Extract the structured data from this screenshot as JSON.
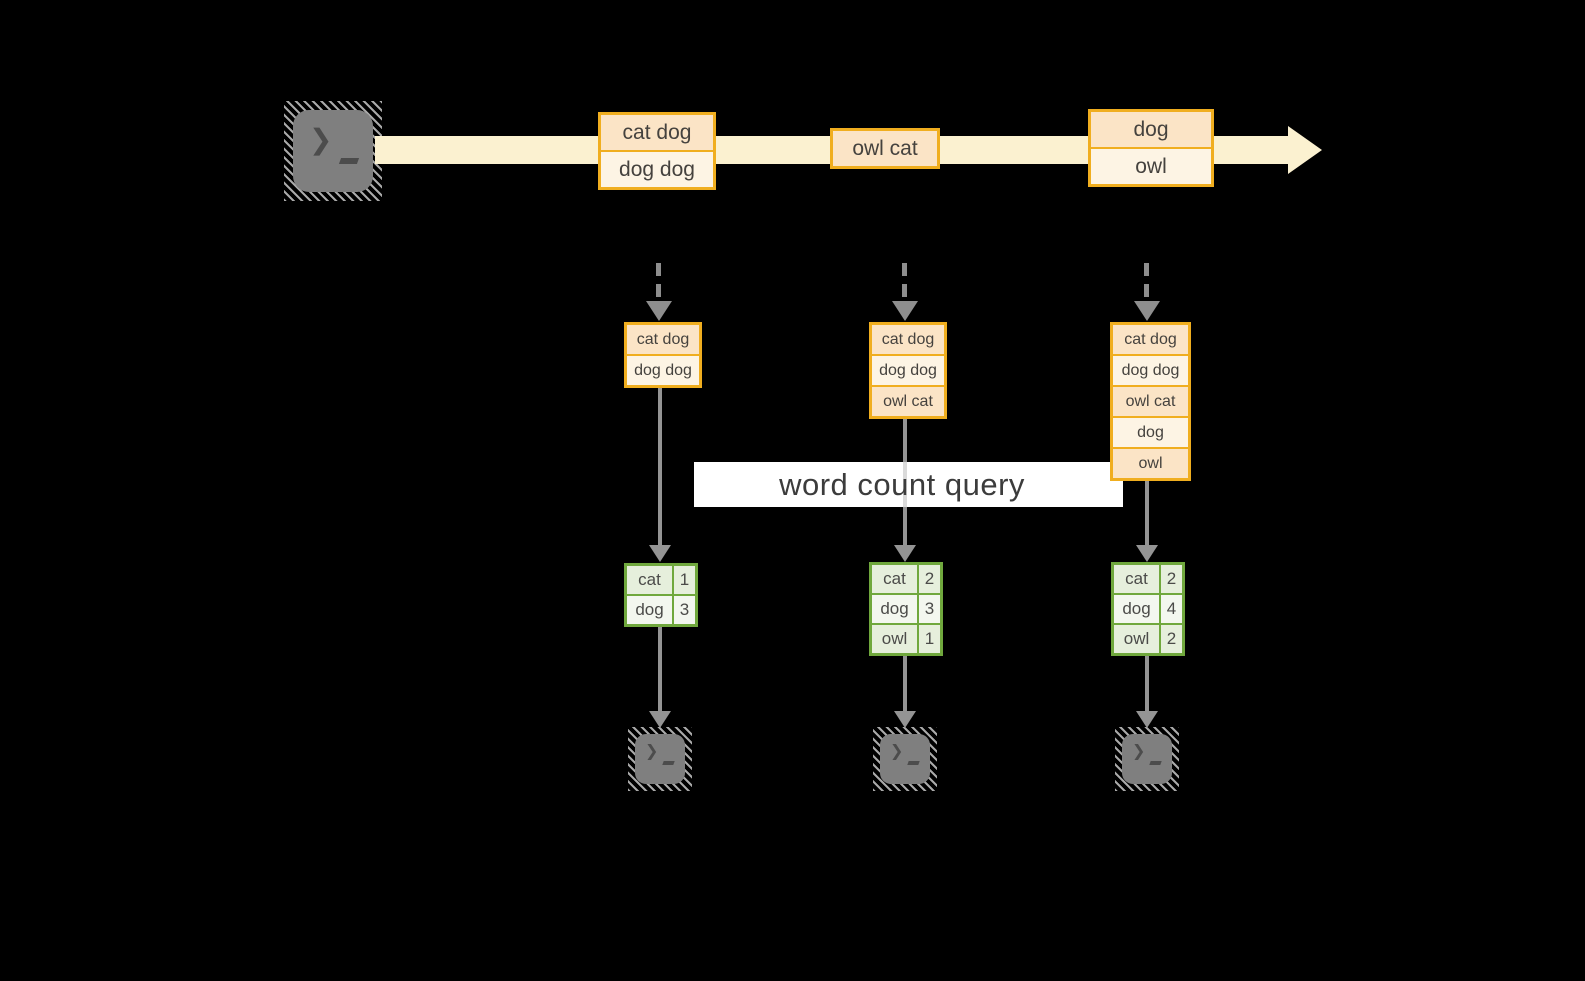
{
  "label": {
    "text": "word count query"
  },
  "glyphs": {
    "prompt": "❯"
  },
  "colors": {
    "background": "#000000",
    "stream_band": "#fbf1d0",
    "orange_border": "#f0ae1f",
    "record_dark": "#fbe4c6",
    "record_light": "#fdf4e4",
    "green_border": "#70a83d",
    "count_dark": "#e6efdc",
    "count_light": "#f3f7ef",
    "arrow_gray": "#8e8e8e",
    "query_band": "#ffffff",
    "text_dark": "#3c3c3c"
  },
  "stream": {
    "records": [
      {
        "rows": [
          "cat dog",
          "dog dog"
        ]
      },
      {
        "rows": [
          "owl cat"
        ]
      },
      {
        "rows": [
          "dog",
          "owl"
        ]
      }
    ]
  },
  "columns": [
    {
      "buffer": [
        "cat dog",
        "dog dog"
      ],
      "counts": [
        {
          "word": "cat",
          "count": "1"
        },
        {
          "word": "dog",
          "count": "3"
        }
      ]
    },
    {
      "buffer": [
        "cat dog",
        "dog dog",
        "owl cat"
      ],
      "counts": [
        {
          "word": "cat",
          "count": "2"
        },
        {
          "word": "dog",
          "count": "3"
        },
        {
          "word": "owl",
          "count": "1"
        }
      ]
    },
    {
      "buffer": [
        "cat dog",
        "dog dog",
        "owl cat",
        "dog",
        "owl"
      ],
      "counts": [
        {
          "word": "cat",
          "count": "2"
        },
        {
          "word": "dog",
          "count": "4"
        },
        {
          "word": "owl",
          "count": "2"
        }
      ]
    }
  ]
}
